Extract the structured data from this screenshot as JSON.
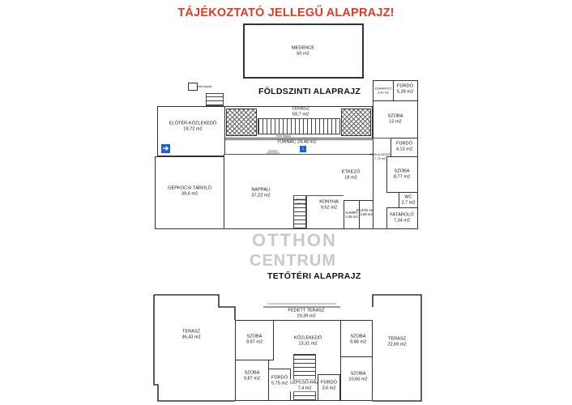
{
  "header": {
    "title": "TÁJÉKOZTATÓ JELLEGŰ  ALAPRAJZ!"
  },
  "ground_floor": {
    "title": "FÖLDSZINTI ALAPRAJZ",
    "rooms": {
      "pool": {
        "name": "MEDENCE",
        "area": "50 m2"
      },
      "terrace": {
        "name": "TERASZ",
        "area": "59,7 m2"
      },
      "porch": {
        "name": "TORNÁC 24,48 m2"
      },
      "entry": {
        "name": "ELŐTÉR-KÖZLEKEDŐ",
        "area": "19,72 m2"
      },
      "garage": {
        "name": "GÉPKOCSI TÁROLÓ",
        "area": "39,6 m2"
      },
      "living": {
        "name": "NAPPALI",
        "area": "37,22 m2"
      },
      "dining": {
        "name": "ÉTKEZŐ",
        "area": "18 m2"
      },
      "kitchen": {
        "name": "KONYHA",
        "area": "9,62 m2"
      },
      "stair": {
        "name": "LÉPCSŐ",
        "area": "4,66 m2"
      },
      "pantry": {
        "name": "KAMRA",
        "area": "3,38 m2"
      },
      "boiler": {
        "name": "KAZÁN-HÁZ",
        "area": "3,68 m2"
      },
      "corridor": {
        "name": "KÖZLE-KEDŐ",
        "area": "7,73 m2"
      },
      "bath1": {
        "name": "FÜRDŐ",
        "area": "5,28 m2"
      },
      "dressing": {
        "name": "ZUHANYZÓ",
        "area": "3,40 m2"
      },
      "bed1": {
        "name": "SZOBA",
        "area": "12 m2"
      },
      "bath2": {
        "name": "FÜRDŐ",
        "area": "4,13 m2"
      },
      "bed2": {
        "name": "SZOBA",
        "area": "8,77 m2"
      },
      "wc": {
        "name": "WC",
        "area": "2,7 m2"
      },
      "heater": {
        "name": "FATÁROLÓ",
        "area": "7,34 m2"
      },
      "small_a": {
        "name": "Kerti lépcső"
      },
      "small_b": {
        "name": "Kerti lépcső"
      }
    }
  },
  "attic": {
    "title": "TETŐTÉRI ALAPRAJZ",
    "rooms": {
      "terrace_left": {
        "name": "TERASZ",
        "area": "36,43 m2"
      },
      "covered_terrace": {
        "name": "FEDETT TERASZ",
        "area": "19,39 m2"
      },
      "terrace_right": {
        "name": "TERASZ",
        "area": "22,69 m2"
      },
      "room_a": {
        "name": "SZOBA",
        "area": "9,97 m2"
      },
      "hall": {
        "name": "KÖZLEKEDŐ",
        "area": "13,31 m2"
      },
      "room_b": {
        "name": "SZOBA",
        "area": "9,98 m2"
      },
      "room_c": {
        "name": "SZOBA",
        "area": "9,87 m2"
      },
      "bath_a": {
        "name": "FÜRDŐ",
        "area": "5,75 m2"
      },
      "stairs": {
        "name": "LÉPCSŐ-HÁZ",
        "area": "7,4 m2"
      },
      "bath_b": {
        "name": "FÜRDŐ",
        "area": "3,6 m2"
      },
      "room_d": {
        "name": "SZOBA",
        "area": "10,66 m2"
      }
    }
  },
  "watermark": {
    "logo": "ÔC",
    "line1": "OTTHON",
    "line2": "CENTRUM"
  },
  "icons": {
    "entrance_arrow": "➔",
    "down_arrow": "↓"
  }
}
